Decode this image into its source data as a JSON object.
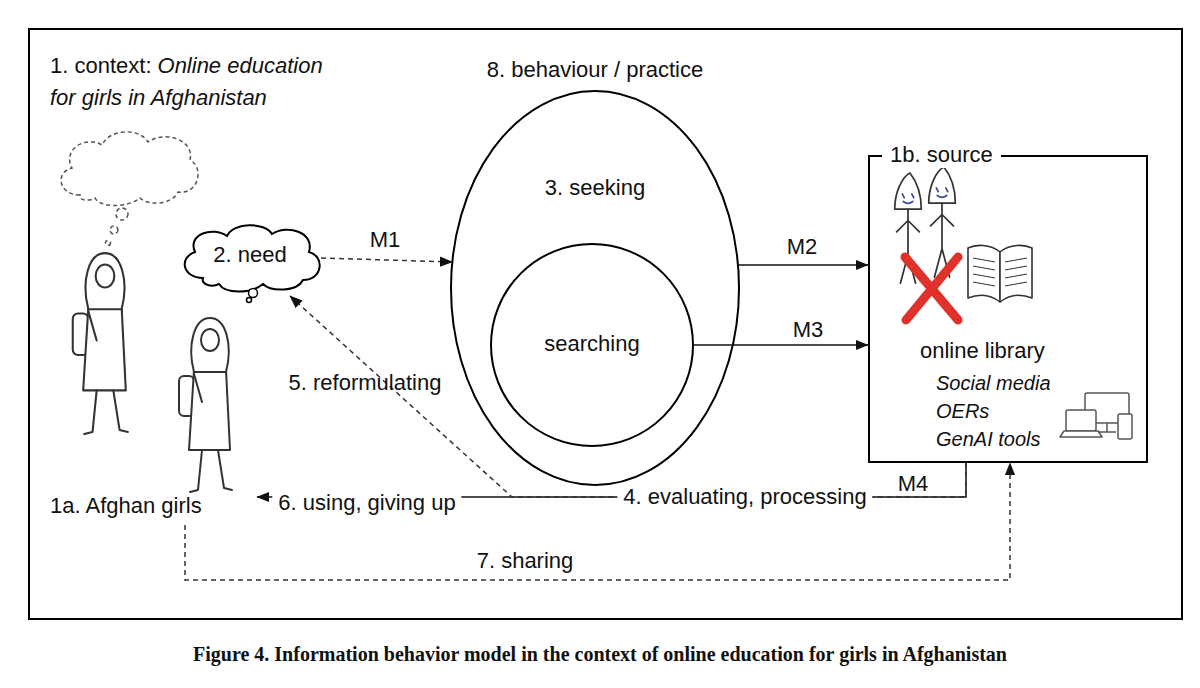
{
  "diagram": {
    "caption": "Figure 4. Information behavior model in the context of online education for girls in Afghanistan",
    "nodes": [
      {
        "text": [
          "1. context:",
          "Online education for girls in Afghanistan"
        ]
      },
      {
        "text": [
          "2. need"
        ],
        "in": 0
      },
      {
        "text": [
          "8. behaviour / practice",
          "3. seeking"
        ],
        "in": 0
      },
      {
        "text": [
          "searching"
        ],
        "in": 2
      },
      {
        "text": [
          "1b. source",
          "online library",
          "Social media",
          "OERs",
          "GenAI tools"
        ],
        "in": 0
      },
      {
        "text": [
          "1a. Afghan girls"
        ],
        "in": 0
      }
    ],
    "edges": [
      {
        "from": 1,
        "to": 2,
        "arrow": "to",
        "label": "M1"
      },
      {
        "from": 2,
        "to": 4,
        "arrow": "to",
        "label": "M2"
      },
      {
        "from": 3,
        "to": 4,
        "arrow": "to",
        "label": "M3"
      },
      {
        "from": 4,
        "to": 5,
        "arrow": "to",
        "label": "4. evaluating, processing"
      },
      {
        "from": 4,
        "to": 1,
        "arrow": "to",
        "label": "5. reformulating"
      },
      {
        "from": 5,
        "to": 4,
        "arrow": "to",
        "label": "7. sharing"
      }
    ],
    "labels": [
      "M4",
      "6. using, giving up"
    ]
  }
}
